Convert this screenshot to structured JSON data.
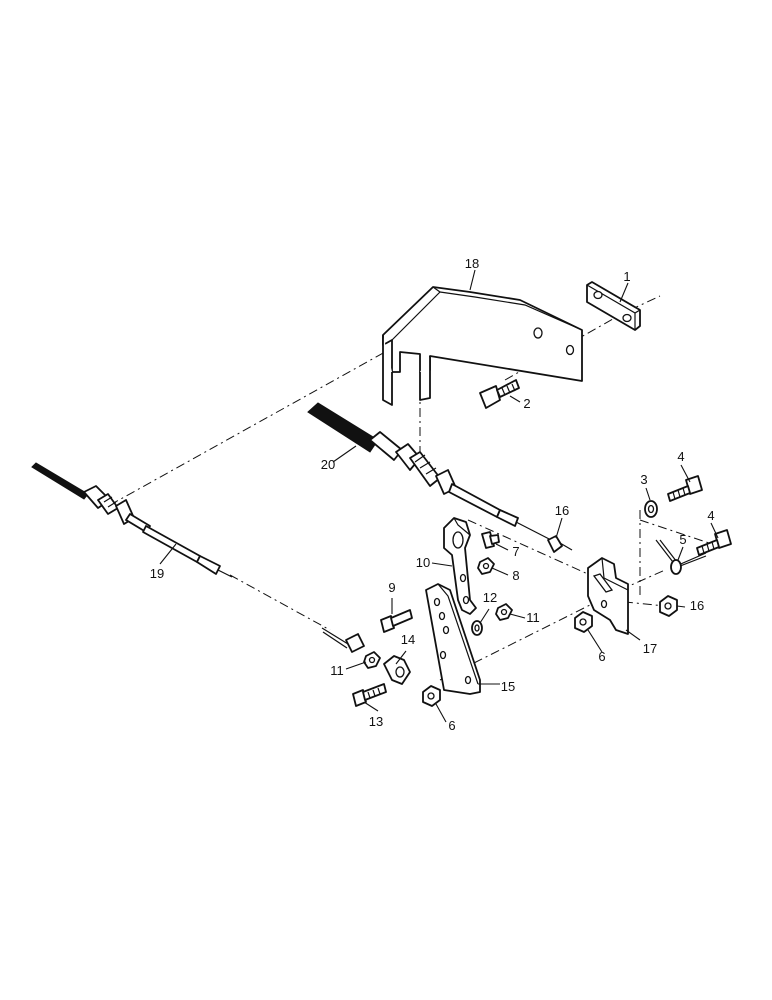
{
  "diagram": {
    "callouts": [
      "1",
      "2",
      "3",
      "4",
      "4",
      "5",
      "6",
      "6",
      "7",
      "8",
      "9",
      "10",
      "11",
      "11",
      "12",
      "13",
      "14",
      "15",
      "16",
      "16",
      "17",
      "18",
      "19",
      "20"
    ]
  }
}
